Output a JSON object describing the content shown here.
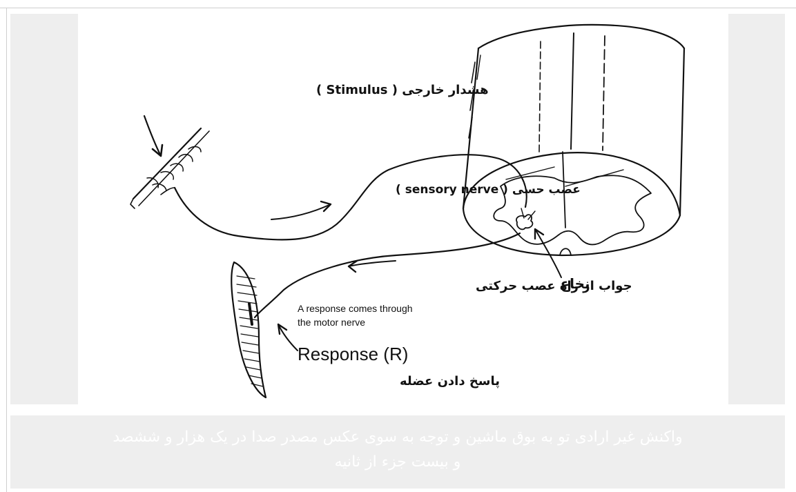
{
  "diagram": {
    "stimulus_label": "هشدار خارجی ( Stimulus )",
    "sensory_nerve_label": "عصب حسی ( sensory nerve )",
    "spinal_cord_label": "نخاع",
    "motor_fa_label": "جواب از راه عصب حرکتی",
    "motor_en_line1": "A response comes through",
    "motor_en_line2": "the  motor nerve",
    "response_label": "Response (R)",
    "muscle_label": "پاسخ دادن عضله"
  },
  "caption": {
    "line1": "واکنش غیر ارادی تو به بوق ماشین و توجه به سوی عکس مصدر صدا در یک هزار و ششصد",
    "line2": "و بیست جزء از ثانیه"
  }
}
